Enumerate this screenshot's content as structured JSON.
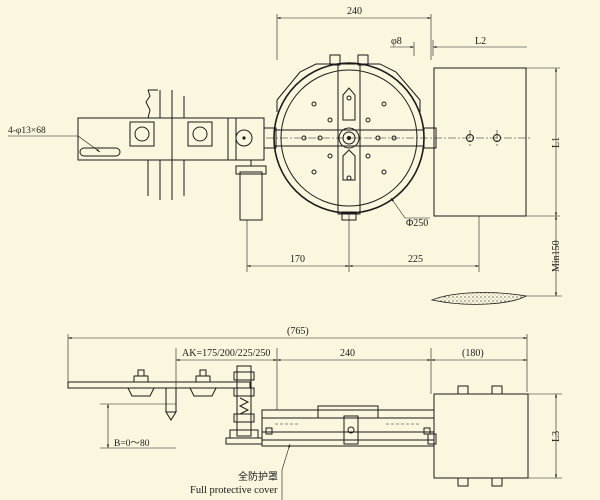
{
  "top_view": {
    "dim_240": "240",
    "dim_phi8": "φ8",
    "dim_L2": "L2",
    "dim_L1": "L1",
    "dim_phi250": "Φ250",
    "dim_170": "170",
    "dim_225": "225",
    "dim_min150": "Min150",
    "slot_label": "4-φ13×68"
  },
  "side_view": {
    "dim_765": "(765)",
    "dim_AK": "AK=175/200/225/250",
    "dim_240": "240",
    "dim_180": "(180)",
    "dim_L3": "L3",
    "dim_B": "B=0～80",
    "cover_cn": "全防护罩",
    "cover_en": "Full protective cover"
  }
}
